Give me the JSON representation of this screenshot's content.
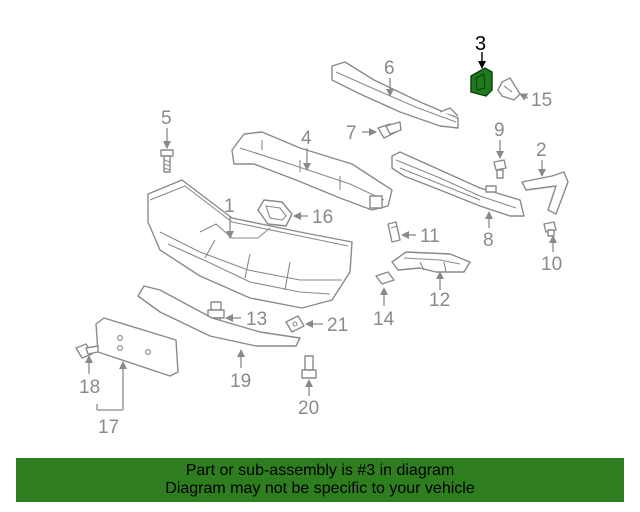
{
  "callouts": {
    "c1": "1",
    "c2": "2",
    "c3": "3",
    "c4": "4",
    "c5": "5",
    "c6": "6",
    "c7": "7",
    "c8": "8",
    "c9": "9",
    "c10": "10",
    "c11": "11",
    "c12": "12",
    "c13": "13",
    "c14": "14",
    "c15": "15",
    "c16": "16",
    "c17": "17",
    "c18": "18",
    "c19": "19",
    "c20": "20",
    "c21": "21"
  },
  "highlight": {
    "part_number": "3",
    "color": "#1f7a1f"
  },
  "banner": {
    "line1": "Part or sub-assembly is #3 in diagram",
    "line2": "Diagram may not be specific to your vehicle",
    "background": "#2e7d1e"
  }
}
